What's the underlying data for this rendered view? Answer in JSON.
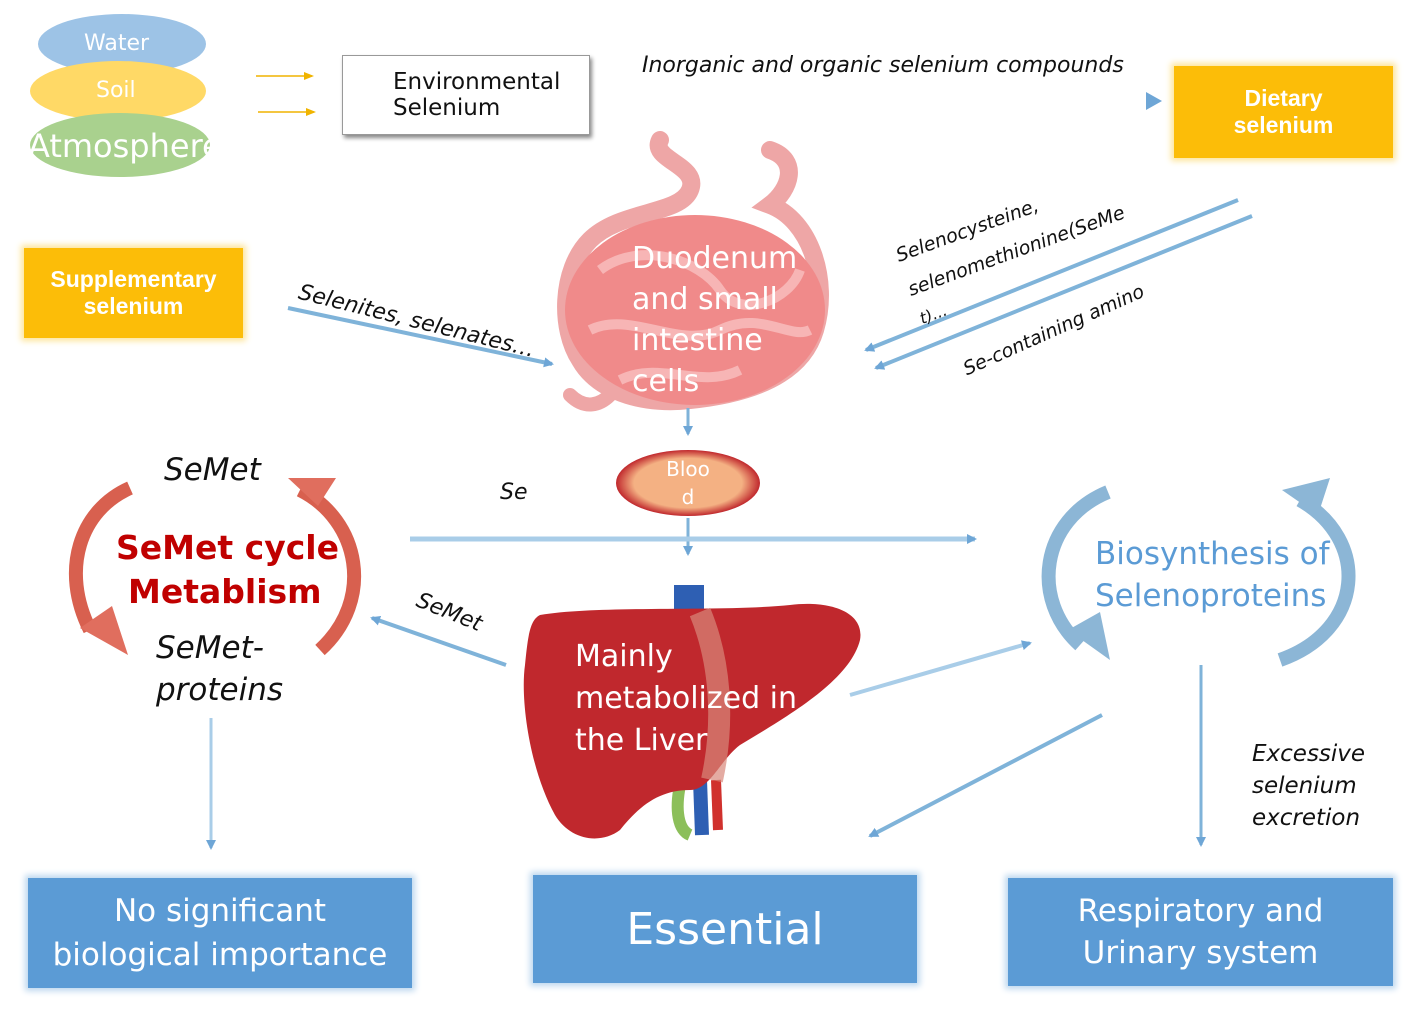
{
  "sources": {
    "water": "Water",
    "soil": "Soil",
    "atmosphere": "Atmosphere"
  },
  "environmental": {
    "line1": "Environmental",
    "line2": "Selenium"
  },
  "compounds_label": "Inorganic and organic selenium compounds",
  "dietary": {
    "line1": "Dietary",
    "line2": "selenium"
  },
  "supplementary": {
    "line1": "Supplementary",
    "line2": "selenium"
  },
  "selenites_label": "Selenites, selenates…",
  "dietary_labels": {
    "line1": "Selenocysteine,",
    "line2": "selenomethionine(SeMe",
    "line3": "t)...",
    "line4": "Se-containing amino"
  },
  "intestine": {
    "line1": "Duodenum",
    "line2": "and small",
    "line3": "intestine",
    "line4": "cells"
  },
  "blood": {
    "line1": "Bloo",
    "line2": "d"
  },
  "se_label": "Se",
  "semet_cycle": {
    "top": "SeMet",
    "title1": "SeMet cycle",
    "title2": "Metablism",
    "bottom1": "SeMet-",
    "bottom2": "proteins"
  },
  "semet_arrow_label": "SeMet",
  "liver": {
    "line1": "Mainly",
    "line2": "metabolized in",
    "line3": "the Liver"
  },
  "biosynthesis": {
    "line1": "Biosynthesis of",
    "line2": "Selenoproteins"
  },
  "excretion": {
    "line1": "Excessive",
    "line2": "selenium",
    "line3": "excretion"
  },
  "outcomes": {
    "left1": "No significant",
    "left2": "biological importance",
    "center": "Essential",
    "right1": "Respiratory and",
    "right2": "Urinary system"
  },
  "colors": {
    "water": "#9dc3e6",
    "soil": "#ffd966",
    "atmosphere": "#a9d18e",
    "yellow_box": "#fcbd08",
    "blue_box": "#5b9bd5",
    "arrow": "#7fb3d9",
    "cycle_red": "#c00000",
    "biosynth_blue": "#5b9bd5",
    "liver": "#c0282d",
    "intestine": "#f08a8a",
    "blood": "#f4b183"
  }
}
